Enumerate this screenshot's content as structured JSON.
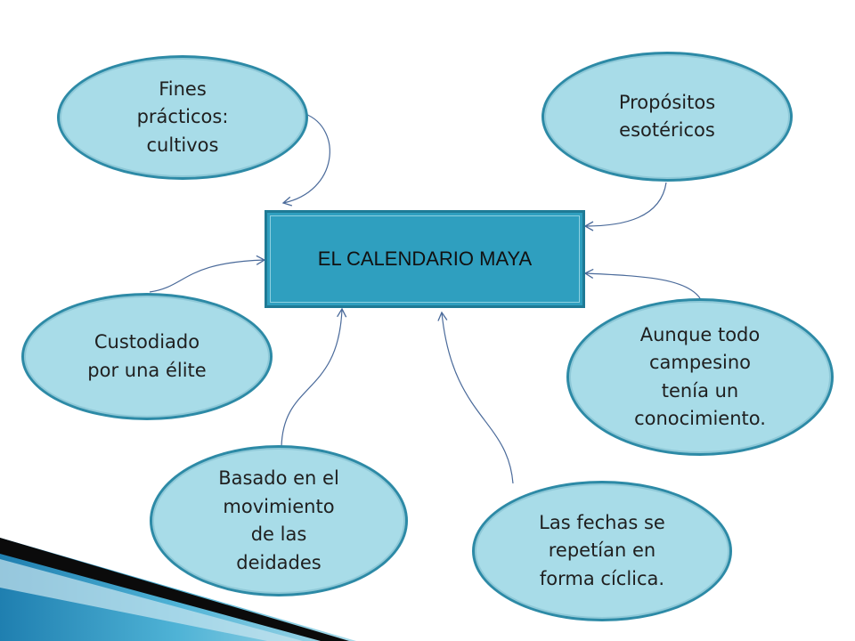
{
  "diagram": {
    "center": "EL CALENDARIO MAYA",
    "nodes": [
      {
        "id": "fines",
        "text": "Fines\nprácticos:\ncultivos"
      },
      {
        "id": "propositos",
        "text": "Propósitos\nesotéricos"
      },
      {
        "id": "custodiado",
        "text": "Custodiado\npor una élite"
      },
      {
        "id": "aunque",
        "text": "Aunque todo\ncampesino\ntenía un\nconocimiento."
      },
      {
        "id": "basado",
        "text": "Basado en el\nmovimiento\nde las\ndeidades"
      },
      {
        "id": "fechas",
        "text": "Las fechas se\nrepetían en\nforma cíclica."
      }
    ]
  },
  "colors": {
    "oval_fill": "#a8dce8",
    "oval_border": "#2d8aa6",
    "center_fill": "#2f9fbf",
    "arrow": "#4a6a9a",
    "decor_dark": "#0b0b0b",
    "decor_blue": "#2f8fb8"
  }
}
